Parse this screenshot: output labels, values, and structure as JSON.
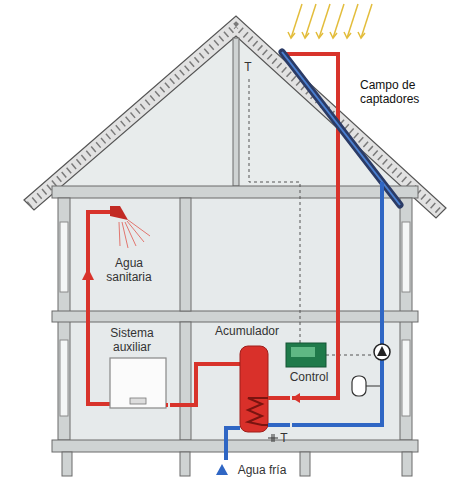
{
  "diagram": {
    "nodes": [
      {
        "text": [
          "Campo de captadores"
        ]
      },
      {
        "text": [
          "Sistema auxiliar"
        ]
      },
      {
        "text": [
          "Acumulador"
        ]
      },
      {
        "text": [
          "Control"
        ]
      }
    ],
    "edges": [
      {
        "from": 0,
        "to": 2,
        "arrow": "to"
      },
      {
        "from": 2,
        "to": 0,
        "arrow": "none"
      },
      {
        "from": 2,
        "to": 1,
        "arrow": "none"
      }
    ],
    "labels": [
      "Agua sanitaria",
      "Agua fría",
      "T",
      "T"
    ]
  }
}
